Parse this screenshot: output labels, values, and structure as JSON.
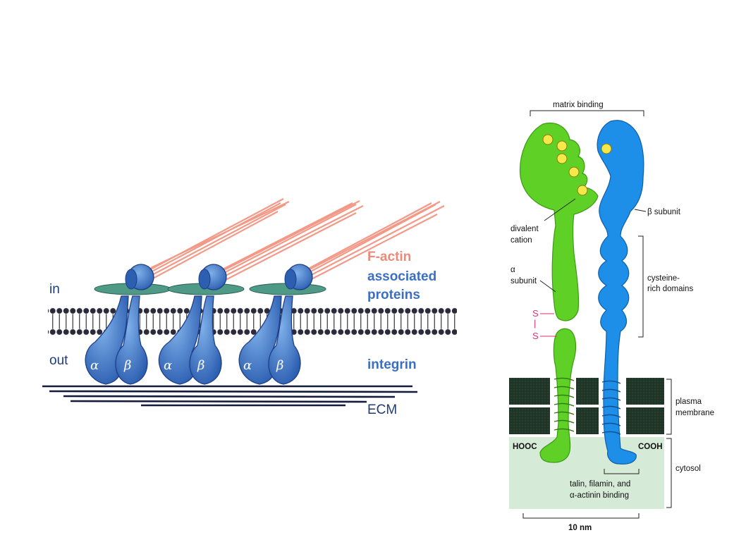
{
  "left": {
    "in_label": "in",
    "out_label": "out",
    "factin_label": "F-actin",
    "assoc_line1": "associated",
    "assoc_line2": "proteins",
    "integrin_label": "integrin",
    "ecm_label": "ECM",
    "alpha": "α",
    "beta": "β",
    "colors": {
      "actin": "#f29a87",
      "integrin": "#3b74c7",
      "associated": "#4f9a86",
      "membrane": "#1e1e2e",
      "ecm": "#141c3e"
    }
  },
  "right": {
    "matrix_binding": "matrix binding",
    "beta_subunit": "β subunit",
    "divalent_line1": "divalent",
    "divalent_line2": "cation",
    "alpha_line1": "α",
    "alpha_line2": "subunit",
    "cysteine_line1": "cysteine-",
    "cysteine_line2": "rich domains",
    "ss_top": "S",
    "ss_mid": "|",
    "ss_bot": "S",
    "plasma_line1": "plasma",
    "plasma_line2": "membrane",
    "hooc": "HOOC",
    "cooh": "COOH",
    "cytosol": "cytosol",
    "talin_line1": "talin, filamin, and",
    "talin_line2": "α-actinin binding",
    "scale": "10 nm",
    "colors": {
      "alpha_subunit": "#5fd126",
      "beta_subunit": "#1e8fe8",
      "cation": "#f5e84a",
      "membrane": "#1e3527",
      "cytosol": "#d6ead8"
    }
  }
}
